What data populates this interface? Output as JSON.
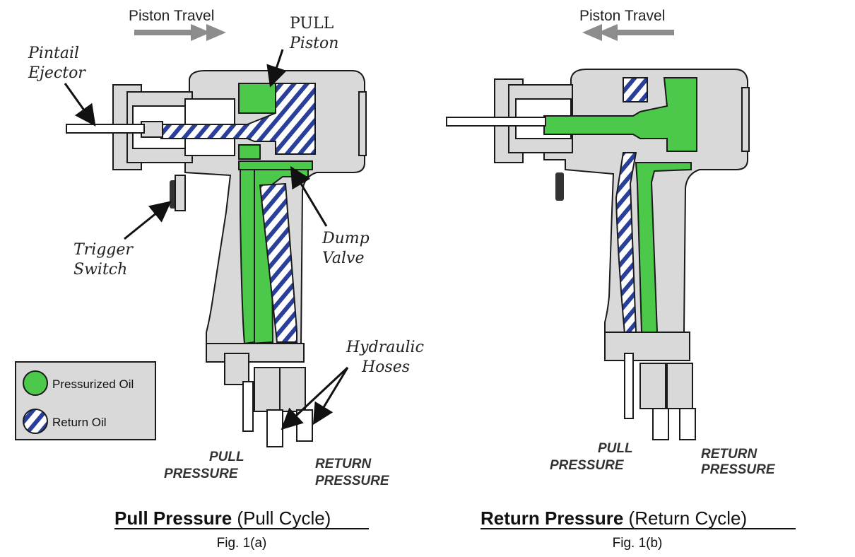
{
  "figure_a": {
    "piston_travel": "Piston Travel",
    "labels": {
      "pull_piston_line1": "PULL",
      "pull_piston_line2": "Piston",
      "pintail_line1": "Pintail",
      "pintail_line2": "Ejector",
      "trigger_line1": "Trigger",
      "trigger_line2": "Switch",
      "dump_line1": "Dump",
      "dump_line2": "Valve",
      "hoses_line1": "Hydraulic",
      "hoses_line2": "Hoses",
      "pull_pressure_line1": "PULL",
      "pull_pressure_line2": "PRESSURE",
      "return_pressure_line1": "RETURN",
      "return_pressure_line2": "PRESSURE"
    },
    "caption_bold": "Pull Pressure",
    "caption_rest": " (Pull Cycle)",
    "fig_label": "Fig. 1(a)"
  },
  "figure_b": {
    "piston_travel": "Piston Travel",
    "labels": {
      "pull_pressure_line1": "PULL",
      "pull_pressure_line2": "PRESSURE",
      "return_pressure_line1": "RETURN",
      "return_pressure_line2": "PRESSURE"
    },
    "caption_bold": "Return Pressure",
    "caption_rest": " (Return Cycle)",
    "fig_label": "Fig. 1(b)"
  },
  "legend": {
    "pressurized": "Pressurized Oil",
    "return": "Return Oil"
  },
  "colors": {
    "pressurized_oil": "#4cc94a",
    "return_oil_stripe": "#2a3f9a",
    "body_gray": "#d9d9d9",
    "outline": "#1a1a1a",
    "arrow_gray": "#8c8c8c"
  }
}
